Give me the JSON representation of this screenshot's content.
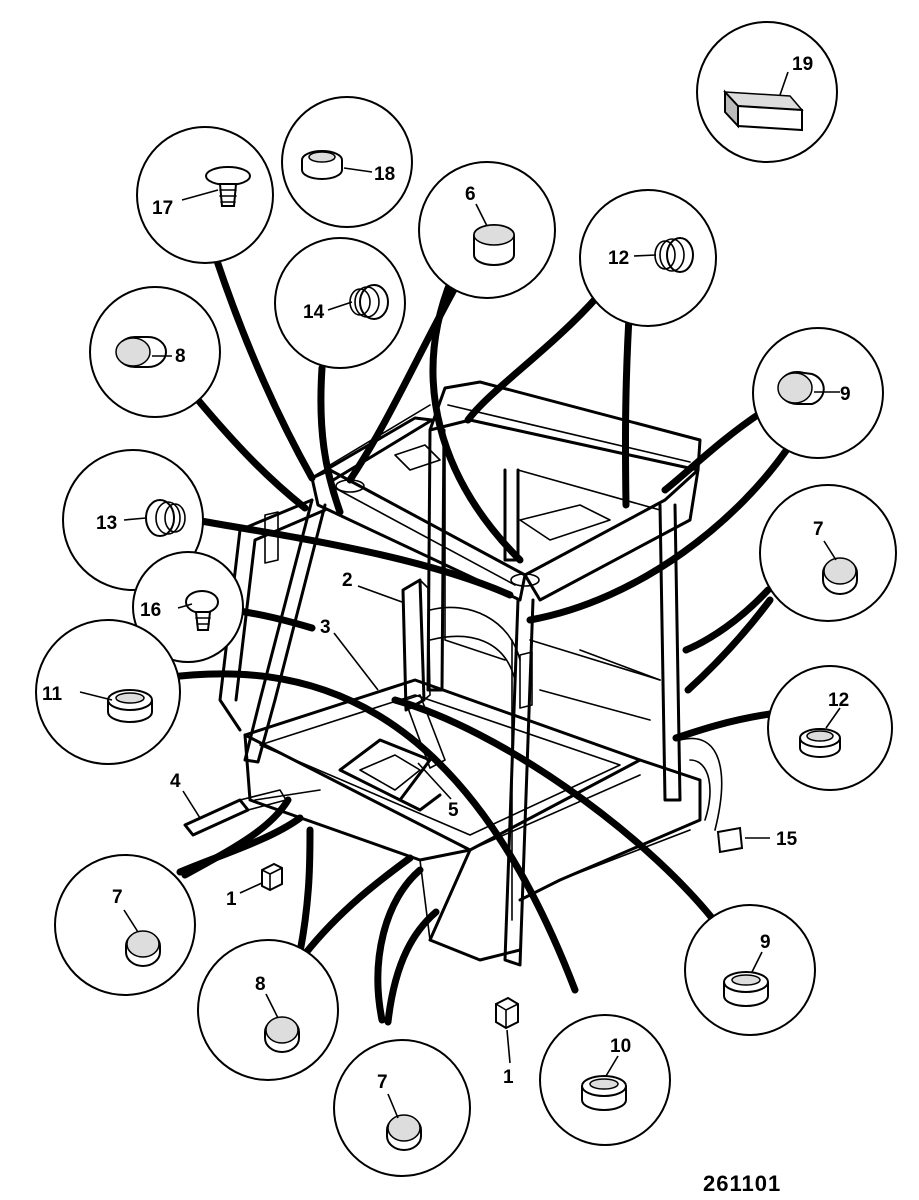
{
  "figure_number": "261101",
  "callouts": [
    {
      "id": "19",
      "label": "19",
      "part": "foam-strip"
    },
    {
      "id": "18",
      "label": "18",
      "part": "grommet"
    },
    {
      "id": "17",
      "label": "17",
      "part": "push-fastener"
    },
    {
      "id": "6",
      "label": "6",
      "part": "blanking-cap"
    },
    {
      "id": "12a",
      "label": "12",
      "part": "grommet"
    },
    {
      "id": "14",
      "label": "14",
      "part": "grommet"
    },
    {
      "id": "8a",
      "label": "8",
      "part": "blanking-plug"
    },
    {
      "id": "9a",
      "label": "9",
      "part": "blanking-plug"
    },
    {
      "id": "13",
      "label": "13",
      "part": "grommet"
    },
    {
      "id": "7a",
      "label": "7",
      "part": "blanking-plug"
    },
    {
      "id": "16",
      "label": "16",
      "part": "push-fastener"
    },
    {
      "id": "11",
      "label": "11",
      "part": "grommet"
    },
    {
      "id": "12b",
      "label": "12",
      "part": "grommet"
    },
    {
      "id": "7b",
      "label": "7",
      "part": "blanking-plug"
    },
    {
      "id": "9b",
      "label": "9",
      "part": "grommet"
    },
    {
      "id": "8b",
      "label": "8",
      "part": "blanking-plug"
    },
    {
      "id": "10",
      "label": "10",
      "part": "grommet"
    },
    {
      "id": "7c",
      "label": "7",
      "part": "blanking-plug"
    }
  ],
  "frame_labels": [
    {
      "id": "2",
      "label": "2"
    },
    {
      "id": "3",
      "label": "3"
    },
    {
      "id": "4",
      "label": "4"
    },
    {
      "id": "5",
      "label": "5"
    },
    {
      "id": "1a",
      "label": "1"
    },
    {
      "id": "1b",
      "label": "1"
    },
    {
      "id": "15",
      "label": "15"
    }
  ]
}
